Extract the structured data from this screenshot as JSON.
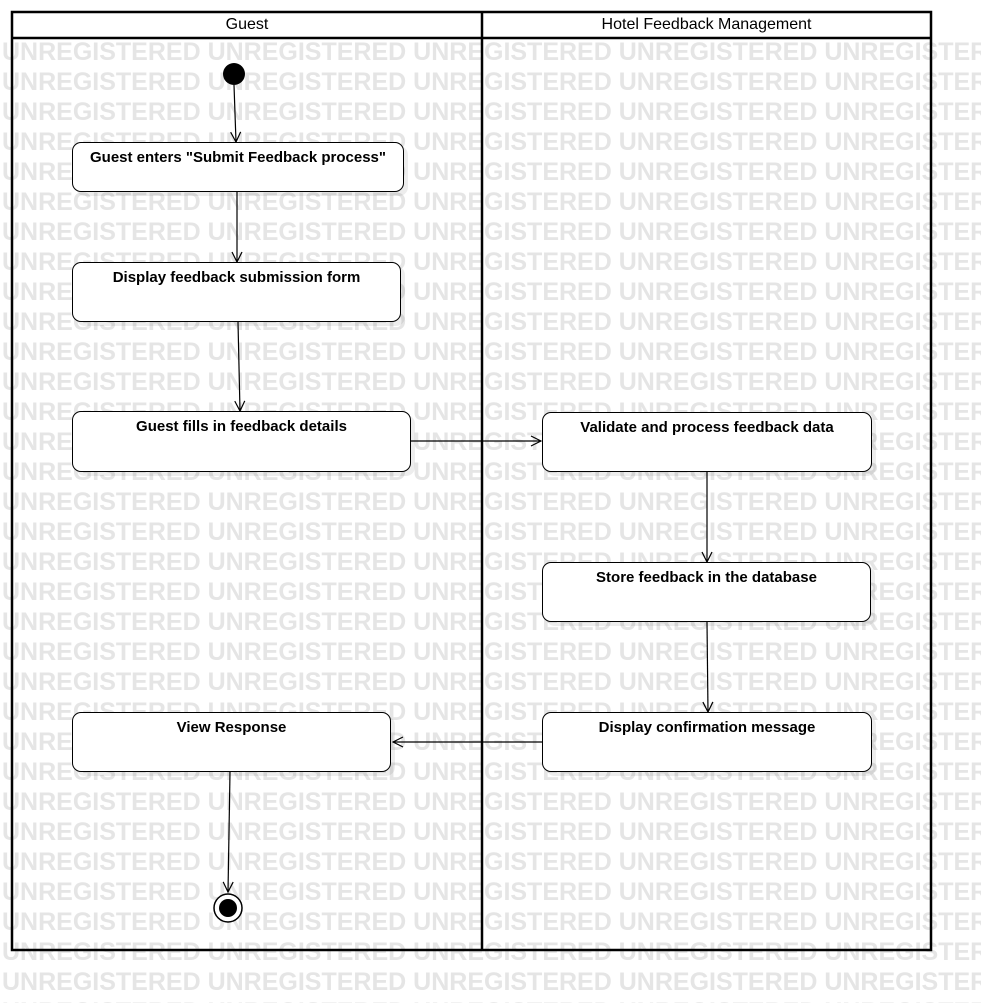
{
  "watermark": {
    "text": "UNREGISTERED"
  },
  "swimlanes": [
    {
      "id": "guest",
      "title": "Guest"
    },
    {
      "id": "hotel",
      "title": "Hotel Feedback Management"
    }
  ],
  "actions": {
    "enter_submit_feedback": "Guest enters \"Submit Feedback process\"",
    "display_form": "Display feedback submission form",
    "fill_details": "Guest fills in feedback details",
    "validate_process": "Validate and process feedback data",
    "store_feedback": "Store feedback in the database",
    "display_confirmation": "Display confirmation message",
    "view_response": "View Response"
  }
}
